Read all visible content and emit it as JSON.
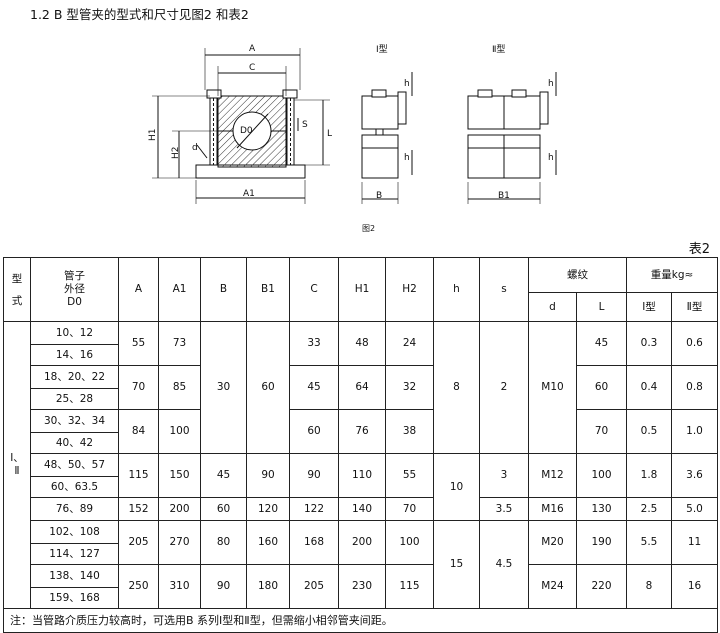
{
  "heading": "1.2 B 型管夹的型式和尺寸见图2 和表2",
  "figure": {
    "caption": "图2",
    "type_i_label": "Ⅰ型",
    "type_ii_label": "Ⅱ型",
    "dims": {
      "A": "A",
      "C": "C",
      "A1": "A1",
      "H1": "H1",
      "H2": "H2",
      "S": "S",
      "L": "L",
      "d": "d",
      "D0": "D0",
      "h": "h",
      "B": "B",
      "B1": "B1"
    }
  },
  "table_title": "表2",
  "table": {
    "headers": {
      "type": [
        "型",
        "式"
      ],
      "pipe": [
        "管子",
        "外径",
        "D0"
      ],
      "A": "A",
      "A1": "A1",
      "B": "B",
      "B1": "B1",
      "C": "C",
      "H1": "H1",
      "H2": "H2",
      "h": "h",
      "s": "s",
      "bolt": "螺纹",
      "d": "d",
      "L": "L",
      "weight": "重量kg≈",
      "w1": "Ⅰ型",
      "w2": "Ⅱ型"
    },
    "type_value": [
      "Ⅰ、",
      "Ⅱ"
    ],
    "pipe_sizes": [
      "10、12",
      "14、16",
      "18、20、22",
      "25、28",
      "30、32、34",
      "40、42",
      "48、50、57",
      "60、63.5",
      "76、89",
      "102、108",
      "114、127",
      "138、140",
      "159、168"
    ],
    "groups": [
      {
        "A": "55",
        "A1": "73",
        "C": "33",
        "H1": "48",
        "H2": "24",
        "L": "45",
        "w1": "0.3",
        "w2": "0.6"
      },
      {
        "A": "70",
        "A1": "85",
        "C": "45",
        "H1": "64",
        "H2": "32",
        "L": "60",
        "w1": "0.4",
        "w2": "0.8"
      },
      {
        "A": "84",
        "A1": "100",
        "C": "60",
        "H1": "76",
        "H2": "38",
        "L": "70",
        "w1": "0.5",
        "w2": "1.0"
      },
      {
        "A": "115",
        "A1": "150",
        "B": "45",
        "B1": "90",
        "C": "90",
        "H1": "110",
        "H2": "55",
        "s": "3",
        "d": "M12",
        "L": "100",
        "w1": "1.8",
        "w2": "3.6"
      },
      {
        "A": "152",
        "A1": "200",
        "B": "60",
        "B1": "120",
        "C": "122",
        "H1": "140",
        "H2": "70",
        "s": "3.5",
        "d": "M16",
        "L": "130",
        "w1": "2.5",
        "w2": "5.0"
      },
      {
        "A": "205",
        "A1": "270",
        "B": "80",
        "B1": "160",
        "C": "168",
        "H1": "200",
        "H2": "100",
        "d": "M20",
        "L": "190",
        "w1": "5.5",
        "w2": "11"
      },
      {
        "A": "250",
        "A1": "310",
        "B": "90",
        "B1": "180",
        "C": "205",
        "H1": "230",
        "H2": "115",
        "d": "M24",
        "L": "220",
        "w1": "8",
        "w2": "16"
      }
    ],
    "shared": {
      "B_first": "30",
      "B1_first": "60",
      "h_first": "8",
      "s_first": "2",
      "d_first": "M10",
      "h_mid": "10",
      "h_last": "15",
      "s_last": "4.5"
    },
    "note": "注：当管路介质压力较高时，可选用B 系列Ⅰ型和Ⅱ型，但需缩小相邻管夹间距。"
  }
}
